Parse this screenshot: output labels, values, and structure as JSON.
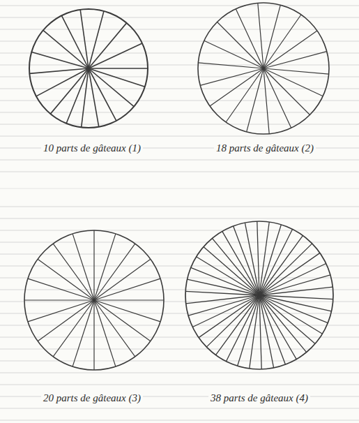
{
  "diagram": {
    "labels": [
      "10 parts de gâteaux (1)",
      "18 parts de gâteaux (2)",
      "20 parts de gâteaux (3)",
      "38 parts de gâteaux (4)"
    ]
  }
}
